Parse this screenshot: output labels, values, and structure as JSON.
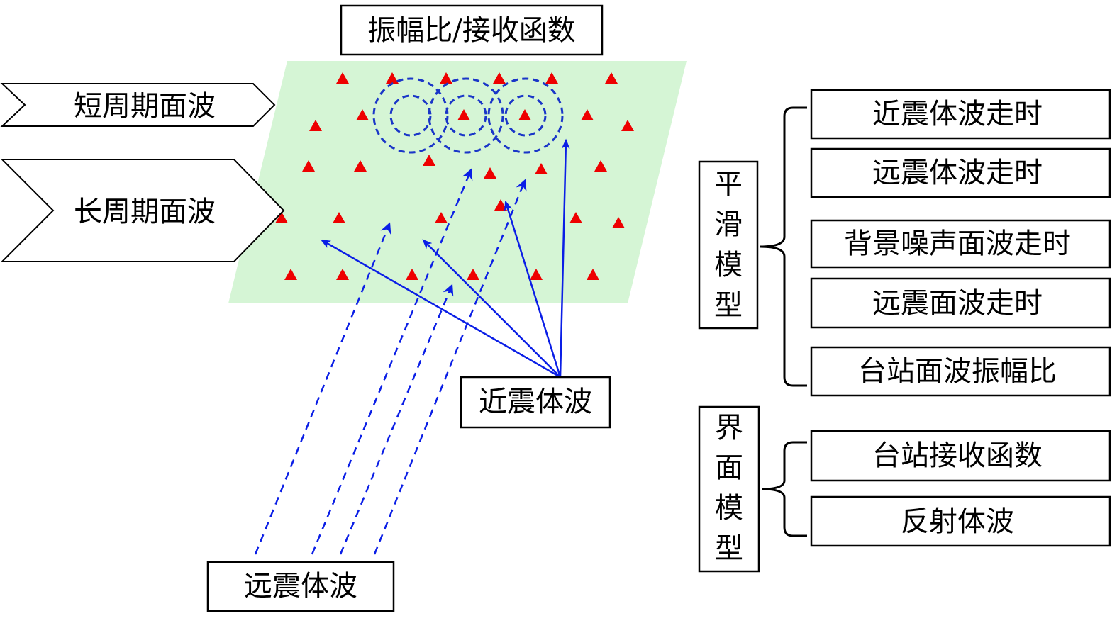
{
  "title_box": "振幅比/接收函数",
  "input_arrows": {
    "short_period": "短周期面波",
    "long_period": "长周期面波"
  },
  "near_body_wave_label": "近震体波",
  "far_body_wave_label": "远震体波",
  "smooth_model": {
    "label": [
      "平",
      "滑",
      "模",
      "型"
    ],
    "items": [
      "近震体波走时",
      "远震体波走时",
      "背景噪声面波走时",
      "远震面波走时",
      "台站面波振幅比"
    ]
  },
  "interface_model": {
    "label": [
      "界",
      "面",
      "模",
      "型"
    ],
    "items": [
      "台站接收函数",
      "反射体波"
    ]
  },
  "colors": {
    "plane_fill": "#d5f5d5",
    "station_marker": "#ee0000",
    "ray": "#0a1ee6",
    "wavefront": "#1a36c8"
  },
  "icons": {
    "station": "red-triangle",
    "input_arrow": "chevron-banner"
  }
}
